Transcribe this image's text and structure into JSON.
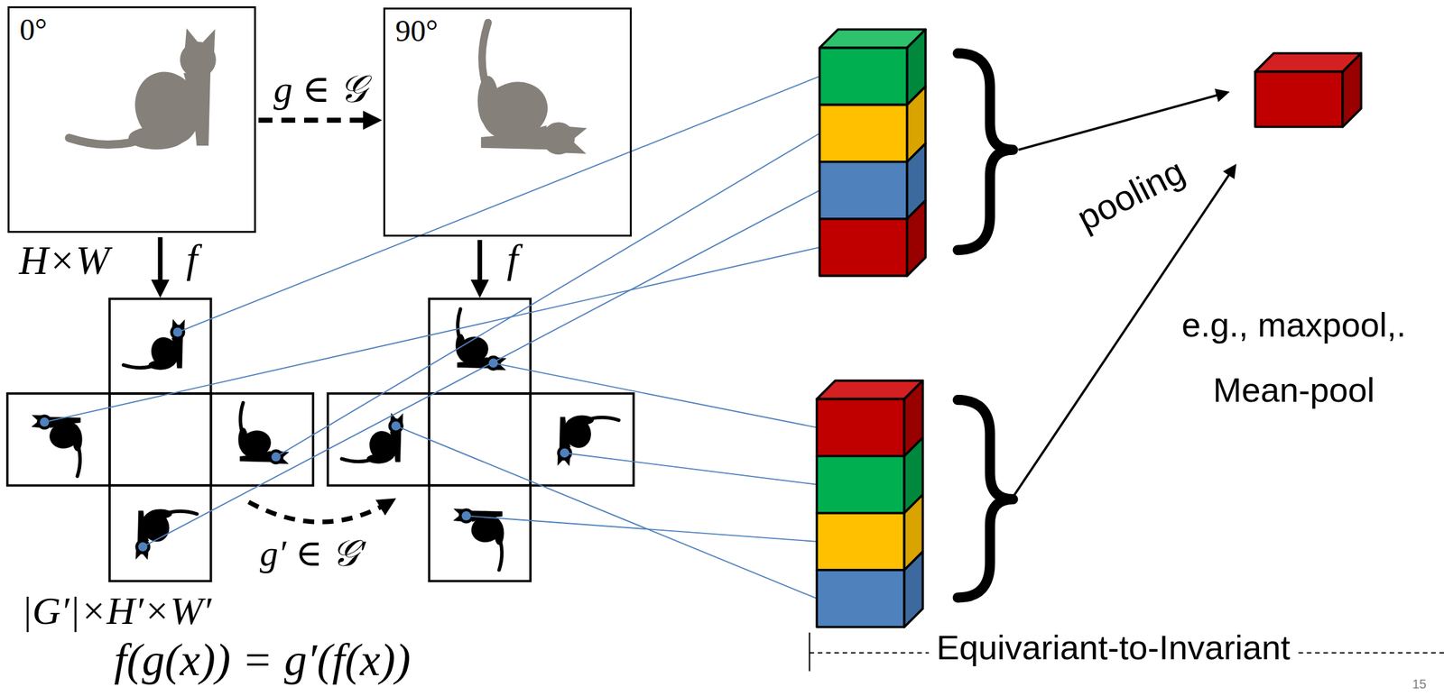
{
  "diagram": {
    "nodes": [
      {
        "text": [
          "0°"
        ]
      },
      {
        "text": [
          "90°"
        ]
      }
    ],
    "edges": [
      {
        "from": 0,
        "to": 1,
        "arrow": "to",
        "label": "g ∈ 𝒢"
      }
    ],
    "labels": [
      "H×W",
      "f",
      "f",
      "g′ ∈ 𝒢′",
      "|G′|×H′×W′",
      "f(g(x)) = g′(f(x))",
      "pooling",
      "e.g., maxpool,. Mean-pool",
      "Equivariant-to-Invariant",
      "15"
    ]
  }
}
